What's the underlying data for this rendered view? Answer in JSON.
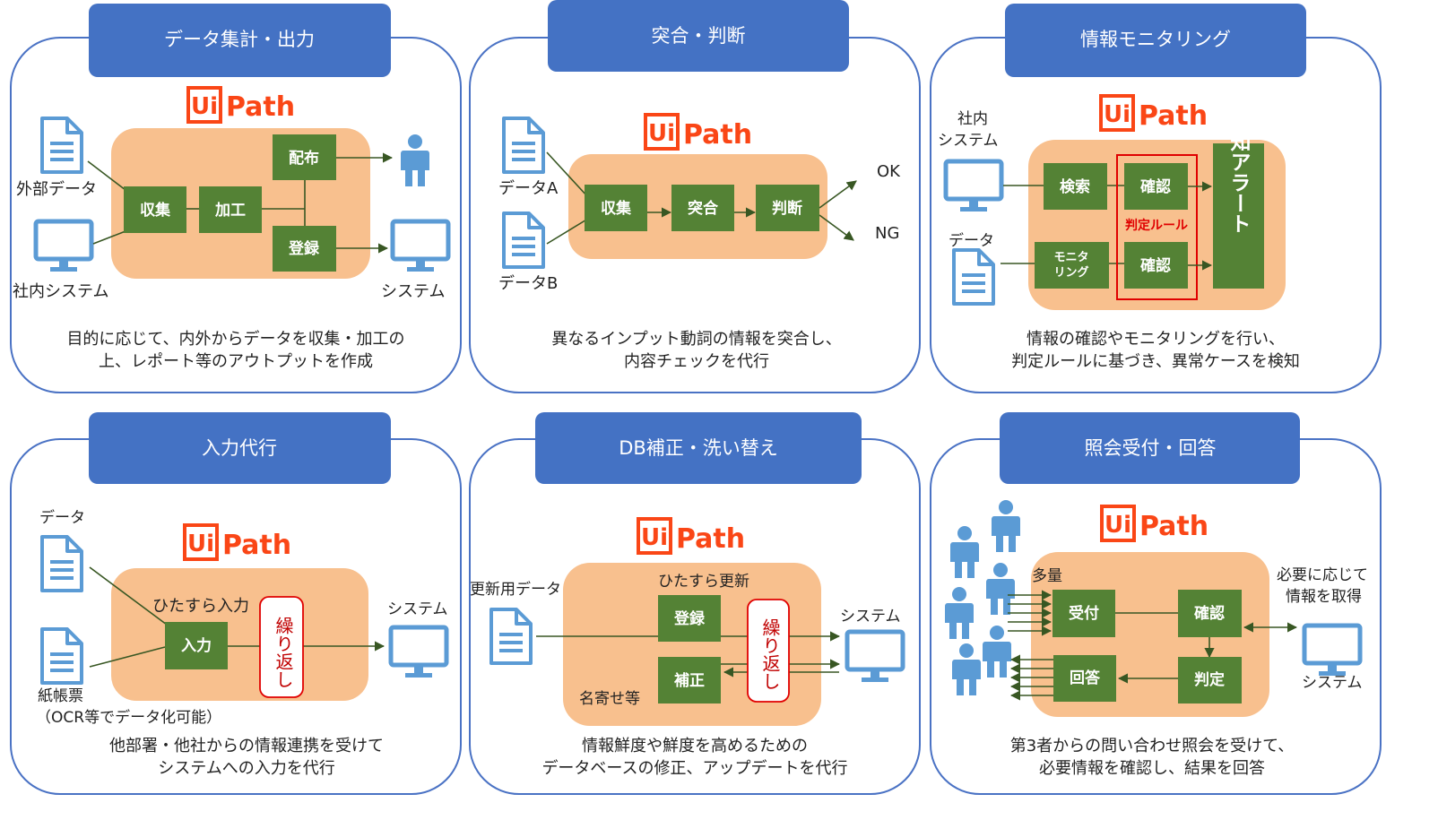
{
  "panels": [
    {
      "title": "データ集計・出力",
      "logo": "UiPath",
      "labels": {
        "external_data": "外部データ",
        "internal_system": "社内システム",
        "system": "システム"
      },
      "boxes": {
        "collect": "収集",
        "process": "加工",
        "distribute": "配布",
        "register": "登録"
      },
      "caption": [
        "目的に応じて、内外からデータを収集・加工の",
        "上、レポート等のアウトプットを作成"
      ]
    },
    {
      "title": "突合・判断",
      "logo": "UiPath",
      "labels": {
        "data_a": "データA",
        "data_b": "データB",
        "ok": "OK",
        "ng": "NG"
      },
      "boxes": {
        "collect": "収集",
        "match": "突合",
        "judge": "判断"
      },
      "caption": [
        "異なるインプット動詞の情報を突合し、",
        "内容チェックを代行"
      ]
    },
    {
      "title": "情報モニタリング",
      "logo": "UiPath",
      "labels": {
        "internal_l1": "社内",
        "internal_l2": "システム",
        "data": "データ",
        "rule": "判定ルール"
      },
      "boxes": {
        "search": "検索",
        "confirm1": "確認",
        "monitor_l1": "モニタ",
        "monitor_l2": "リング",
        "confirm2": "確認",
        "alert": "検知アラート"
      },
      "caption": [
        "情報の確認やモニタリングを行い、",
        "判定ルールに基づき、異常ケースを検知"
      ]
    },
    {
      "title": "入力代行",
      "logo": "UiPath",
      "labels": {
        "data": "データ",
        "paper": "紙帳票",
        "ocr": "（OCR等でデータ化可能）",
        "hitasura": "ひたすら入力",
        "system": "システム",
        "repeat": "繰り返し"
      },
      "boxes": {
        "input": "入力"
      },
      "caption": [
        "他部署・他社からの情報連携を受けて",
        "システムへの入力を代行"
      ]
    },
    {
      "title": "DB補正・洗い替え",
      "logo": "UiPath",
      "labels": {
        "update_data": "更新用データ",
        "hitasura": "ひたすら更新",
        "nayose": "名寄せ等",
        "system": "システム",
        "repeat": "繰り返し"
      },
      "boxes": {
        "register": "登録",
        "correct": "補正"
      },
      "caption": [
        "情報鮮度や鮮度を高めるための",
        "データベースの修正、アップデートを代行"
      ]
    },
    {
      "title": "照会受付・回答",
      "logo": "UiPath",
      "labels": {
        "many": "多量",
        "need_l1": "必要に応じて",
        "need_l2": "情報を取得",
        "system": "システム"
      },
      "boxes": {
        "receive": "受付",
        "confirm": "確認",
        "answer": "回答",
        "judge": "判定"
      },
      "caption": [
        "第3者からの問い合わせ照会を受けて、",
        "必要情報を確認し、結果を回答"
      ]
    }
  ],
  "colors": {
    "header": "#4472c4",
    "core": "#f8c08e",
    "box": "#548235",
    "logo": "#fa4616",
    "icon": "#5b9bd5",
    "rule": "#e00000"
  }
}
